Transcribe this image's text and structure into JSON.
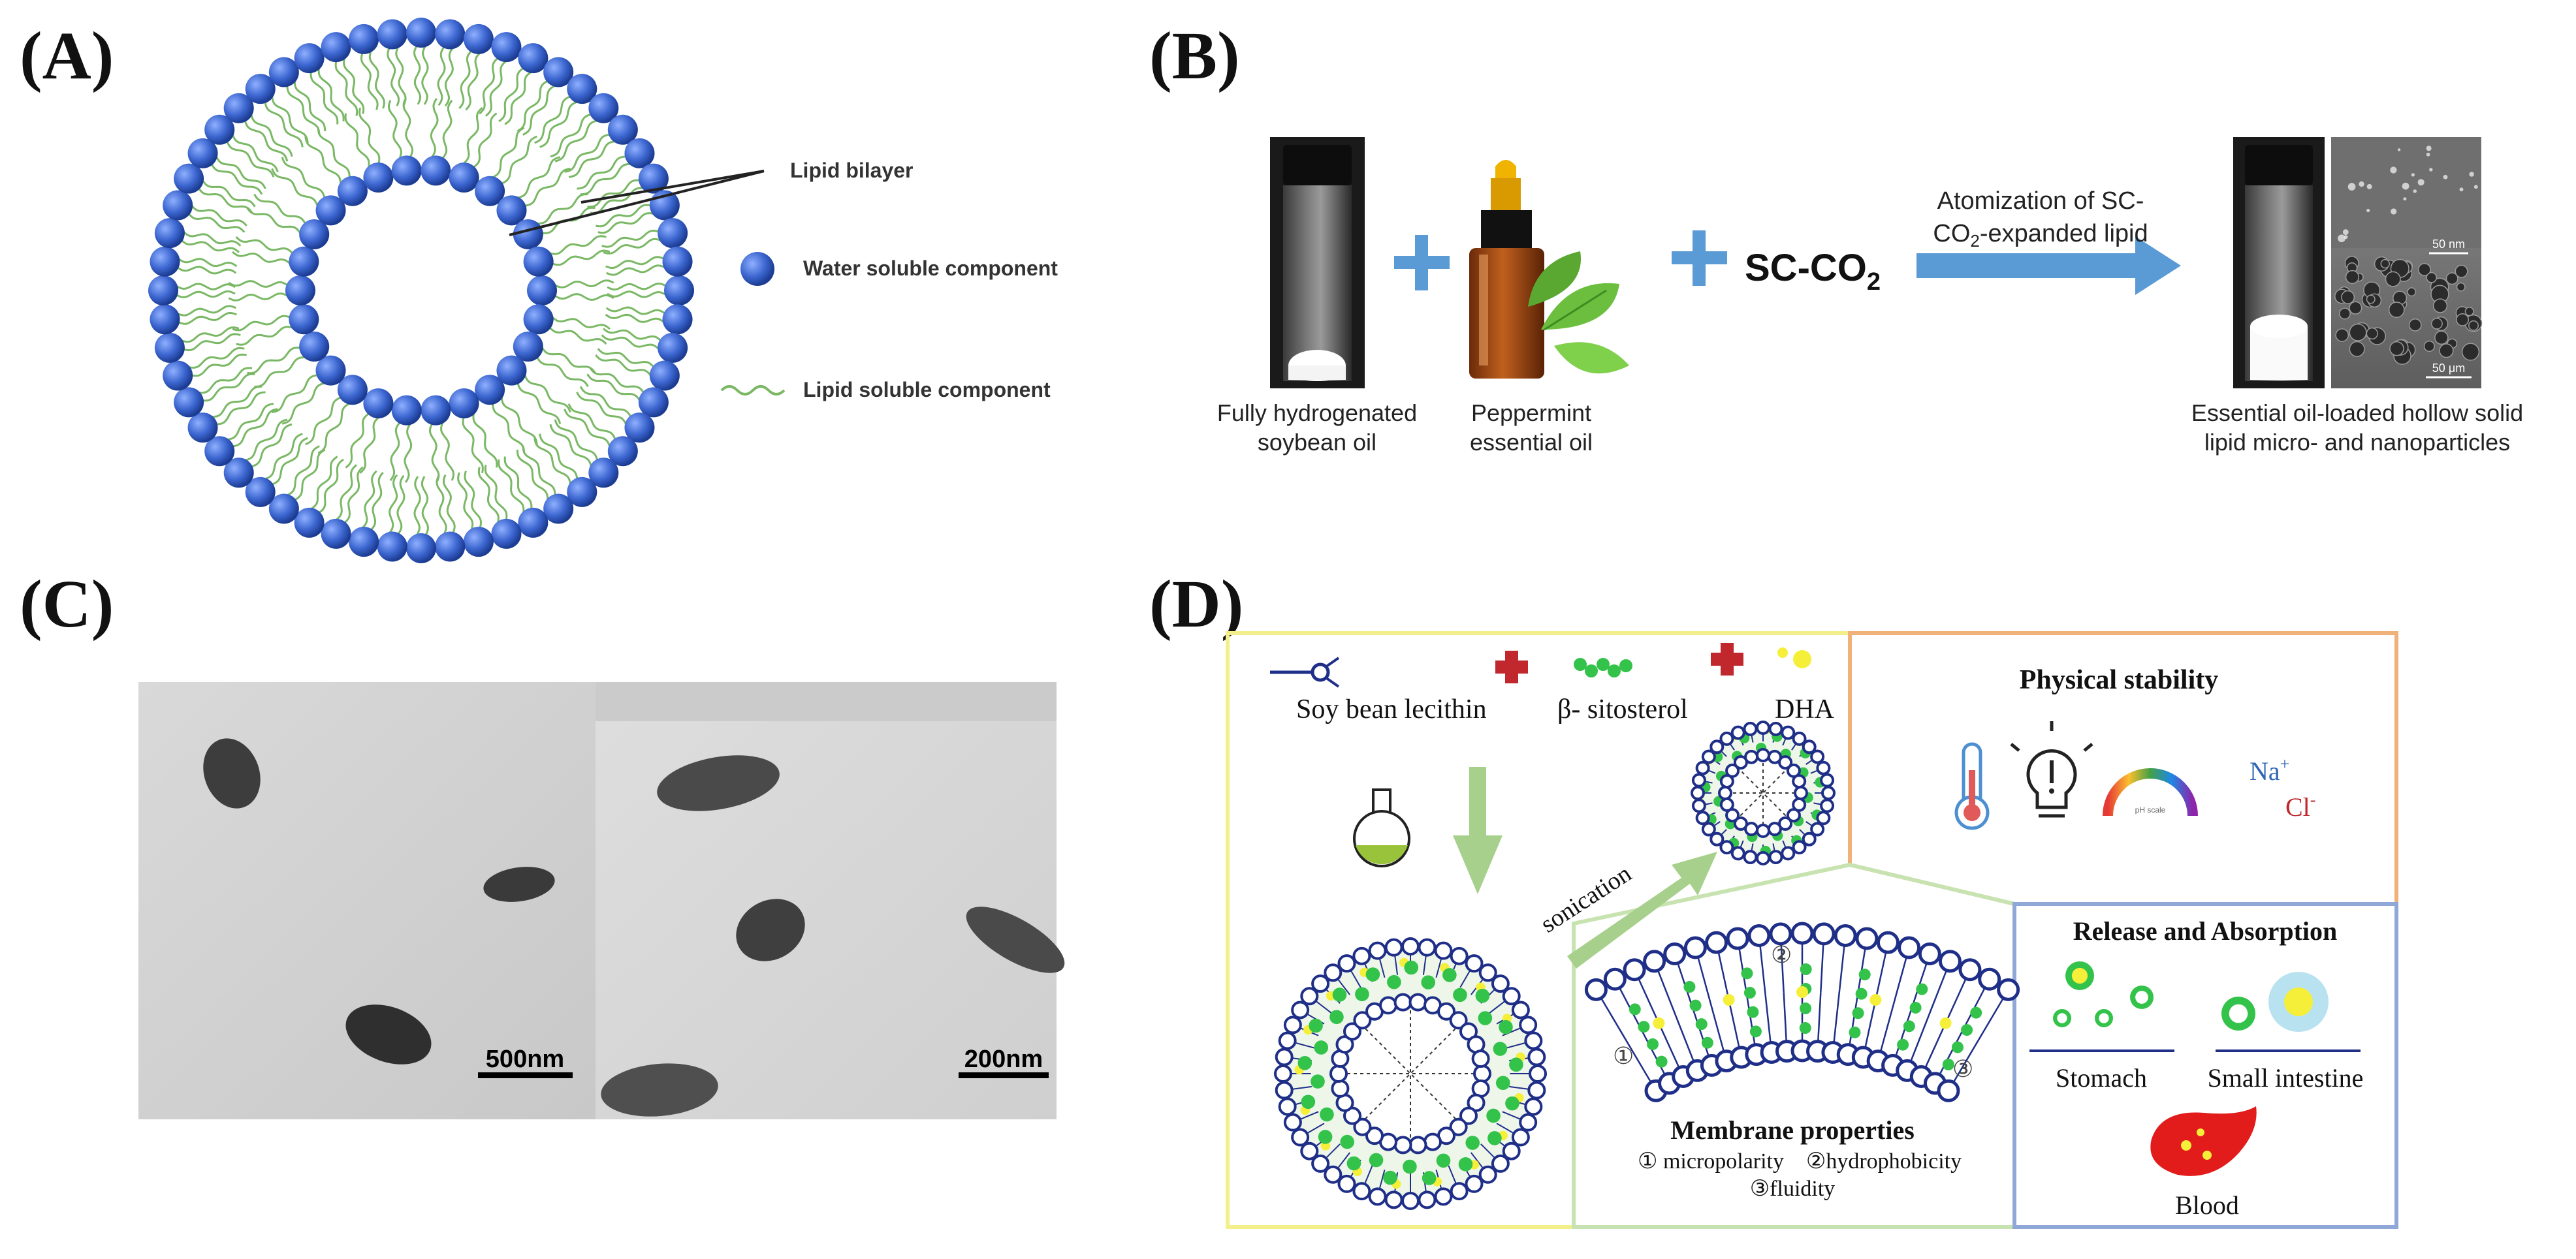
{
  "panels": {
    "a": {
      "label": "(A)",
      "legend_bilayer": "Lipid bilayer",
      "legend_water": "Water soluble component",
      "legend_lipid": "Lipid soluble component"
    },
    "b": {
      "label": "(B)",
      "cap1_line1": "Fully hydrogenated",
      "cap1_line2": "soybean oil",
      "cap2_line1": "Peppermint",
      "cap2_line2": "essential oil",
      "sc_main": "SC-CO",
      "sc_sub": "2",
      "arrow_line1": "Atomization of SC-",
      "arrow_line2a": "CO",
      "arrow_line2_sub": "2",
      "arrow_line2b": "-expanded lipid",
      "cap3_line1": "Essential oil-loaded hollow solid",
      "cap3_line2": "lipid micro- and nanoparticles",
      "scale_top": "50 nm",
      "scale_bottom": "50 μm"
    },
    "c": {
      "label": "(C)",
      "scale_left": "500nm",
      "scale_right": "200nm"
    },
    "d": {
      "label": "(D)",
      "ing1": "Soy bean lecithin",
      "ing2": "β- sitosterol",
      "ing3": "DHA",
      "sonication": "sonication",
      "phys_title": "Physical stability",
      "ion_na": "Na",
      "ion_na_sup": "+",
      "ion_cl": "Cl",
      "ion_cl_sup": "-",
      "release_title": "Release and Absorption",
      "stomach": "Stomach",
      "intestine": "Small intestine",
      "blood": "Blood",
      "membrane_title": "Membrane properties",
      "prop1": "① micropolarity",
      "prop2": "②hydrophobicity",
      "prop3": "③fluidity",
      "marker1": "①",
      "marker2": "②",
      "marker3": "③"
    }
  },
  "colors": {
    "head_blue": "#2f5fc4",
    "tail_green": "#7ab865",
    "arrow_blue": "#5b9bd5",
    "plus_blue": "#5b9bd5",
    "frame_yellow": "#f3f08c",
    "frame_orange": "#f0b27a",
    "frame_blue": "#8fa8d8",
    "frame_green": "#c7e3b2",
    "arrow_green": "#a8d08d",
    "navy": "#1f2f88",
    "dha_yellow": "#f5ef3a",
    "sito_green": "#33c24a",
    "red_cross": "#c0282d",
    "blood_red": "#e21b1b"
  },
  "icons": [
    "scissor-lecithin-icon",
    "red-plus-icon",
    "sitosterol-icon",
    "dha-icon",
    "flask-icon",
    "thermometer-icon",
    "lightbulb-icon",
    "ph-gauge-icon"
  ]
}
